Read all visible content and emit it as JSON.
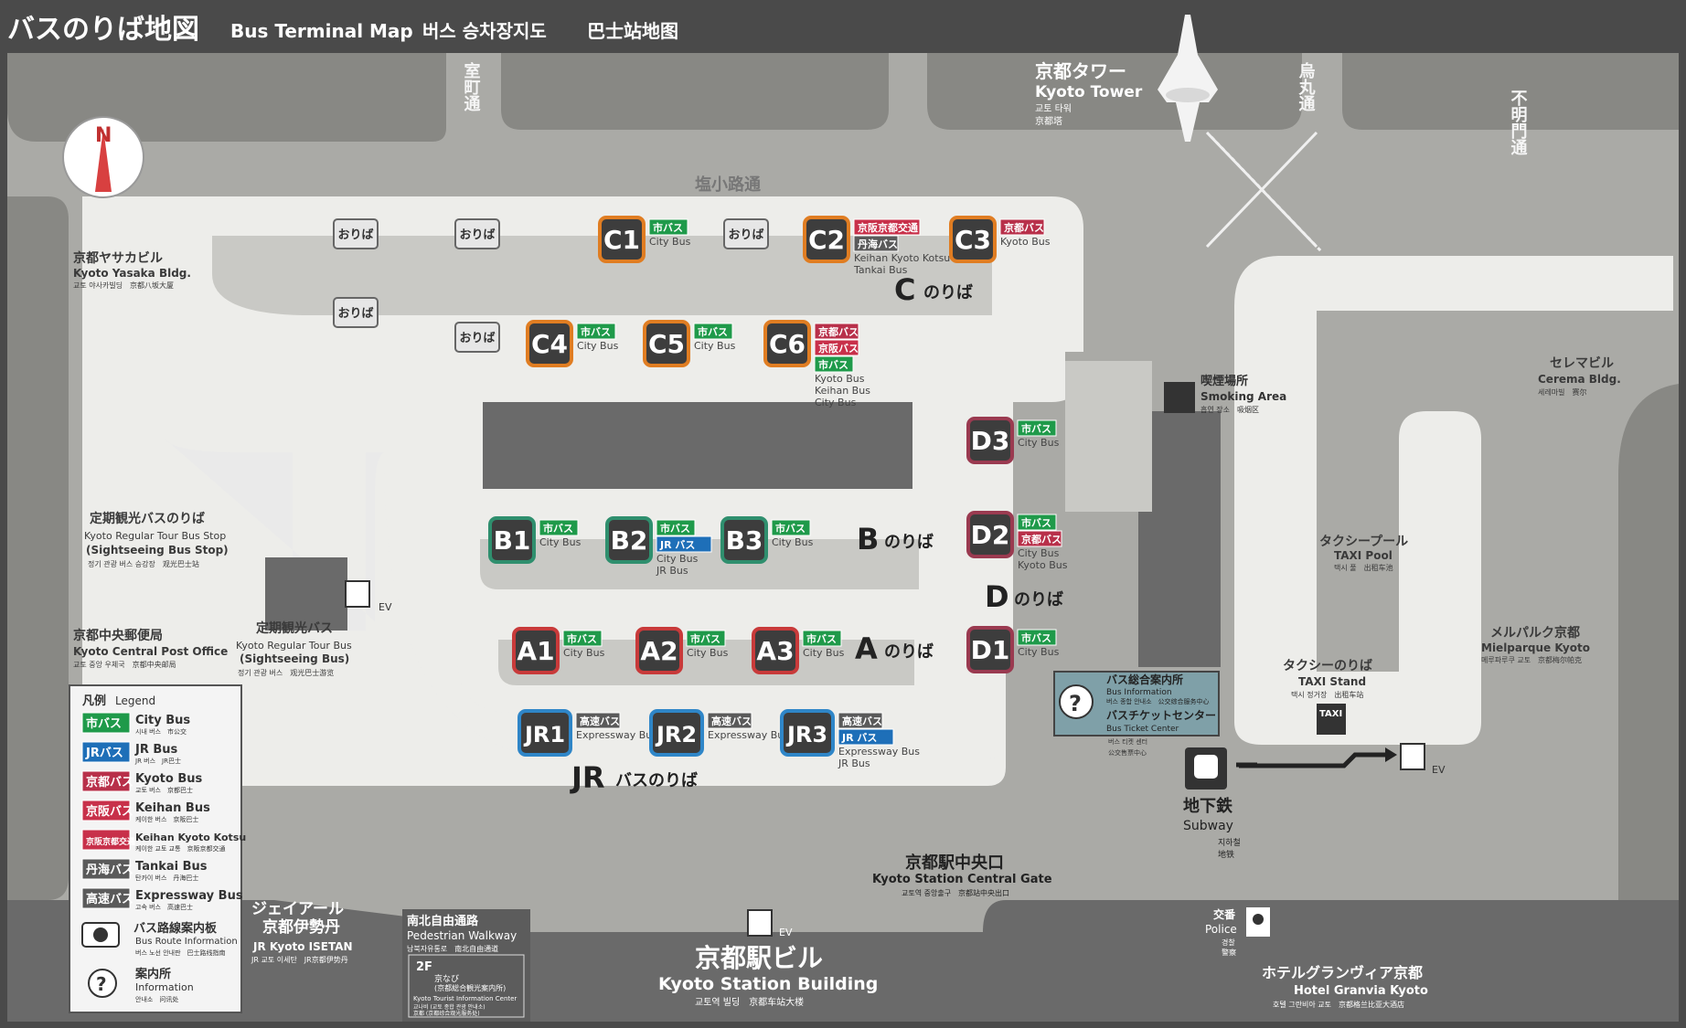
{
  "header": {
    "title_ja": "バスのりば地図",
    "title_en": "Bus Terminal Map",
    "title_ko": "버스 승차장지도",
    "title_zh": "巴士站地图"
  },
  "compass": {
    "north": "N"
  },
  "streets": {
    "muromachi": "室町通",
    "karasuma": "烏丸通",
    "fumeimon": "不明門通",
    "shiokoji": "塩小路通",
    "kyoto_tower_ja": "京都タワー",
    "kyoto_tower_en": "Kyoto Tower",
    "kyoto_tower_ko": "교토 타워",
    "kyoto_tower_zh": "京都塔"
  },
  "landmarks": {
    "yasaka_ja": "京都ヤサカビル",
    "yasaka_en": "Kyoto Yasaka Bldg.",
    "yasaka_sub": "교토 야사카빌딩　京都八坂大厦",
    "regular_tour_stop_ja": "定期観光バスのりば",
    "regular_tour_stop_en1": "Kyoto Regular Tour Bus Stop",
    "regular_tour_stop_en2": "(Sightseeing Bus Stop)",
    "regular_tour_stop_sub": "정기 관광 버스 승강장　观光巴士站",
    "post_ja": "京都中央郵便局",
    "post_en": "Kyoto Central Post Office",
    "post_sub": "교토 중앙 우체국　京都中央邮局",
    "regular_tour_ja": "定期観光バス",
    "regular_tour_en1": "Kyoto Regular Tour Bus",
    "regular_tour_en2": "(Sightseeing Bus)",
    "regular_tour_sub": "정기 관광 버스　观光巴士游览",
    "smoking_ja": "喫煙場所",
    "smoking_en": "Smoking Area",
    "smoking_sub": "흡연 장소　吸烟区",
    "cerema_ja": "セレマビル",
    "cerema_en": "Cerema Bldg.",
    "cerema_sub": "세레마빌　赛尔",
    "taxi_pool_ja": "タクシープール",
    "taxi_pool_en": "TAXI Pool",
    "taxi_pool_sub": "택시 풀　出租车池",
    "taxi_stand_ja": "タクシーのりば",
    "taxi_stand_en": "TAXI Stand",
    "taxi_stand_sub": "택시 정거장　出租车站",
    "taxi_sign": "TAXI",
    "mielparque_ja": "メルパルク京都",
    "mielparque_en": "Mielparque Kyoto",
    "mielparque_sub": "메루파루쿠 교토　京都梅尔帕克",
    "bus_info_ja": "バス総合案内所",
    "bus_info_en": "Bus Information",
    "bus_info_sub": "버스 종합 안내소　公交综合服务中心",
    "ticket_ja": "バスチケットセンター",
    "ticket_en": "Bus Ticket Center",
    "ticket_sub1": "버스 티켓 센터",
    "ticket_sub2": "公交售票中心",
    "subway_ja": "地下鉄",
    "subway_en": "Subway",
    "subway_ko": "지하철",
    "subway_zh": "地铁",
    "ev": "EV",
    "central_gate_ja": "京都駅中央口",
    "central_gate_en": "Kyoto Station Central Gate",
    "central_gate_sub": "교토역 중앙출구　京都站中央出口",
    "isetan_ja1": "ジェイアール",
    "isetan_ja2": "京都伊勢丹",
    "isetan_en": "JR Kyoto ISETAN",
    "isetan_sub": "JR 교토 이세탄　JR京都伊势丹",
    "walkway_ja": "南北自由通路",
    "walkway_en": "Pedestrian Walkway",
    "walkway_sub": "남북자유통로　南北自由通道",
    "floor": "2F",
    "tourist_ja1": "京なび",
    "tourist_ja2": "(京都総合観光案内所)",
    "tourist_en": "Kyoto Tourist Information Center",
    "tourist_sub1": "교나비 (교토 종합 관광 안내소)",
    "tourist_sub2": "京都 (京都综合观光服务处)",
    "station_ja": "京都駅ビル",
    "station_en": "Kyoto Station Building",
    "station_sub": "교토역 빌딩　京都车站大楼",
    "police_ja": "交番",
    "police_en": "Police",
    "police_ko": "경찰",
    "police_zh": "警察",
    "granvia_ja": "ホテルグランヴィア京都",
    "granvia_en": "Hotel Granvia Kyoto",
    "granvia_sub": "호텔 그란비아 교토　京都格兰比亚大酒店"
  },
  "alighting_label": "おりば",
  "platform_labels": {
    "C": {
      "letter": "C",
      "suffix": "のりば"
    },
    "B": {
      "letter": "B",
      "suffix": "のりば"
    },
    "A": {
      "letter": "A",
      "suffix": "のりば"
    },
    "D": {
      "letter": "D",
      "suffix": "のりば"
    },
    "JR": {
      "letter": "JR",
      "suffix": "バスのりば"
    }
  },
  "stops": {
    "C1": {
      "code": "C1",
      "chips": [
        {
          "text": "市バス",
          "color": "#1f9a4a"
        }
      ],
      "desc": [
        "City Bus"
      ]
    },
    "C2": {
      "code": "C2",
      "chips": [
        {
          "text": "京阪京都交通",
          "color": "#c8304a"
        },
        {
          "text": "丹海バス",
          "color": "#5a5a5a"
        }
      ],
      "desc": [
        "Keihan Kyoto Kotsu",
        "Tankai Bus"
      ]
    },
    "C3": {
      "code": "C3",
      "chips": [
        {
          "text": "京都バス",
          "color": "#b8304a"
        }
      ],
      "desc": [
        "Kyoto Bus"
      ]
    },
    "C4": {
      "code": "C4",
      "chips": [
        {
          "text": "市バス",
          "color": "#1f9a4a"
        }
      ],
      "desc": [
        "City Bus"
      ]
    },
    "C5": {
      "code": "C5",
      "chips": [
        {
          "text": "市バス",
          "color": "#1f9a4a"
        }
      ],
      "desc": [
        "City Bus"
      ]
    },
    "C6": {
      "code": "C6",
      "chips": [
        {
          "text": "京都バス",
          "color": "#b8304a"
        },
        {
          "text": "京阪バス",
          "color": "#c8304a"
        },
        {
          "text": "市バス",
          "color": "#1f9a4a"
        }
      ],
      "desc": [
        "Kyoto Bus",
        "Keihan Bus",
        "City Bus"
      ]
    },
    "B1": {
      "code": "B1",
      "chips": [
        {
          "text": "市バス",
          "color": "#1f9a4a"
        }
      ],
      "desc": [
        "City Bus"
      ]
    },
    "B2": {
      "code": "B2",
      "chips": [
        {
          "text": "市バス",
          "color": "#1f9a4a"
        },
        {
          "text": "JR バス",
          "color": "#1e6fb8"
        }
      ],
      "desc": [
        "City Bus",
        "JR Bus"
      ]
    },
    "B3": {
      "code": "B3",
      "chips": [
        {
          "text": "市バス",
          "color": "#1f9a4a"
        }
      ],
      "desc": [
        "City Bus"
      ]
    },
    "A1": {
      "code": "A1",
      "chips": [
        {
          "text": "市バス",
          "color": "#1f9a4a"
        }
      ],
      "desc": [
        "City Bus"
      ]
    },
    "A2": {
      "code": "A2",
      "chips": [
        {
          "text": "市バス",
          "color": "#1f9a4a"
        }
      ],
      "desc": [
        "City Bus"
      ]
    },
    "A3": {
      "code": "A3",
      "chips": [
        {
          "text": "市バス",
          "color": "#1f9a4a"
        }
      ],
      "desc": [
        "City Bus"
      ]
    },
    "D1": {
      "code": "D1",
      "chips": [
        {
          "text": "市バス",
          "color": "#1f9a4a"
        }
      ],
      "desc": [
        "City Bus"
      ]
    },
    "D2": {
      "code": "D2",
      "chips": [
        {
          "text": "市バス",
          "color": "#1f9a4a"
        },
        {
          "text": "京都バス",
          "color": "#b8304a"
        }
      ],
      "desc": [
        "City Bus",
        "Kyoto Bus"
      ]
    },
    "D3": {
      "code": "D3",
      "chips": [
        {
          "text": "市バス",
          "color": "#1f9a4a"
        }
      ],
      "desc": [
        "City Bus"
      ]
    },
    "JR1": {
      "code": "JR1",
      "chips": [
        {
          "text": "高速バス",
          "color": "#5a5a5a"
        }
      ],
      "desc": [
        "Expressway Bus"
      ]
    },
    "JR2": {
      "code": "JR2",
      "chips": [
        {
          "text": "高速バス",
          "color": "#5a5a5a"
        }
      ],
      "desc": [
        "Expressway Bus"
      ]
    },
    "JR3": {
      "code": "JR3",
      "chips": [
        {
          "text": "高速バス",
          "color": "#5a5a5a"
        },
        {
          "text": "JR バス",
          "color": "#1e6fb8"
        }
      ],
      "desc": [
        "Expressway Bus",
        "JR Bus"
      ]
    }
  },
  "legend": {
    "title_ja": "凡例",
    "title_en": "Legend",
    "items": [
      {
        "chip": "市バス",
        "color": "#1f9a4a",
        "en": "City Bus",
        "sub": "시내 버스　市公交"
      },
      {
        "chip": "JRバス",
        "color": "#1e6fb8",
        "en": "JR Bus",
        "sub": "JR 버스　JR巴士"
      },
      {
        "chip": "京都バス",
        "color": "#b8304a",
        "en": "Kyoto Bus",
        "sub": "교토 버스　京都巴士"
      },
      {
        "chip": "京阪バス",
        "color": "#c8304a",
        "en": "Keihan Bus",
        "sub": "케이한 버스　京阪巴士"
      },
      {
        "chip": "京阪京都交通",
        "color": "#c8304a",
        "en": "Keihan Kyoto Kotsu",
        "sub": "케이한 교토 교통　京阪京都交通"
      },
      {
        "chip": "丹海バス",
        "color": "#5a5a5a",
        "en": "Tankai Bus",
        "sub": "탄카이 버스　丹海巴士"
      },
      {
        "chip": "高速バス",
        "color": "#5a5a5a",
        "en": "Expressway Bus",
        "sub": "고속 버스　高速巴士"
      }
    ],
    "route_board_ja": "バス路線案内板",
    "route_board_en": "Bus Route Information",
    "route_board_sub": "버스 노선 안내판　巴士路线指南",
    "info_ja": "案内所",
    "info_en": "Information",
    "info_sub": "안내소　问讯处"
  },
  "colors": {
    "background": "#4a4a4a",
    "road": "#aaaaa6",
    "plaza": "#e8e8e8",
    "building": "#6a6a6a",
    "city_bus": "#1f9a4a",
    "jr_bus": "#1e6fb8",
    "kyoto_bus": "#b8304a",
    "stop_c": "#e07d22",
    "stop_ab": "#2f8f6e",
    "stop_a": "#c83a3a",
    "stop_jr": "#2f86c8"
  }
}
